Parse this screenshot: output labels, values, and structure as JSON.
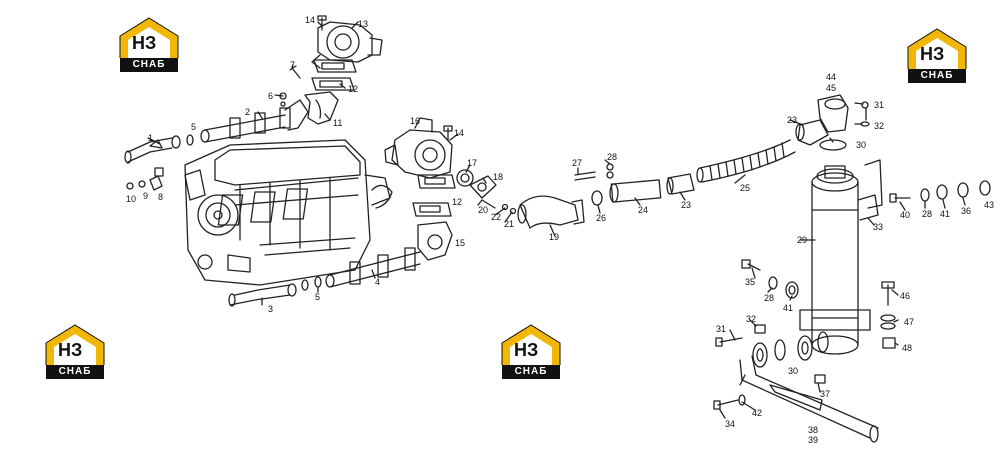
{
  "logo": {
    "text": "СНАБ",
    "mark": "НЗ",
    "accent": "#f2b705",
    "dark": "#111111"
  },
  "callouts": [
    "1",
    "2",
    "3",
    "4",
    "5",
    "5",
    "6",
    "7",
    "8",
    "9",
    "10",
    "11",
    "12",
    "12",
    "13",
    "14",
    "14",
    "15",
    "16",
    "17",
    "18",
    "19",
    "20",
    "21",
    "22",
    "23",
    "23",
    "24",
    "25",
    "26",
    "27",
    "28",
    "28",
    "28",
    "29",
    "30",
    "30",
    "31",
    "31",
    "32",
    "32",
    "33",
    "34",
    "35",
    "36",
    "37",
    "38",
    "39",
    "40",
    "41",
    "41",
    "42",
    "43",
    "44",
    "45",
    "46",
    "47",
    "48"
  ]
}
